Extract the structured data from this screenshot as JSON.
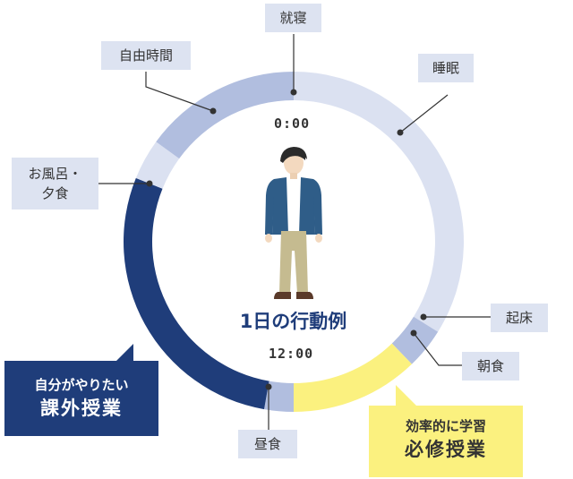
{
  "title": "1日の行動例",
  "times": {
    "top": "0:00",
    "bottom": "12:00"
  },
  "activities": {
    "sleep_time": "就寝",
    "sleep": "睡眠",
    "wake": "起床",
    "breakfast": "朝食",
    "lunch": "昼食",
    "bath_dinner_1": "お風呂・",
    "bath_dinner_2": "夕食",
    "free_time": "自由時間"
  },
  "callouts": {
    "extracurricular_line1": "自分がやりたい",
    "extracurricular_line2": "課外授業",
    "required_line1": "効率的に学習",
    "required_line2": "必修授業"
  },
  "colors": {
    "sleep": "#dbe1f1",
    "light_segment": "#dbe1f1",
    "medium_segment": "#b1bedf",
    "required_class": "#fbf17f",
    "extracurricular": "#1f3d7a",
    "label_bg": "#dde3f1"
  },
  "icons": {
    "figure": "student-figure-icon"
  }
}
